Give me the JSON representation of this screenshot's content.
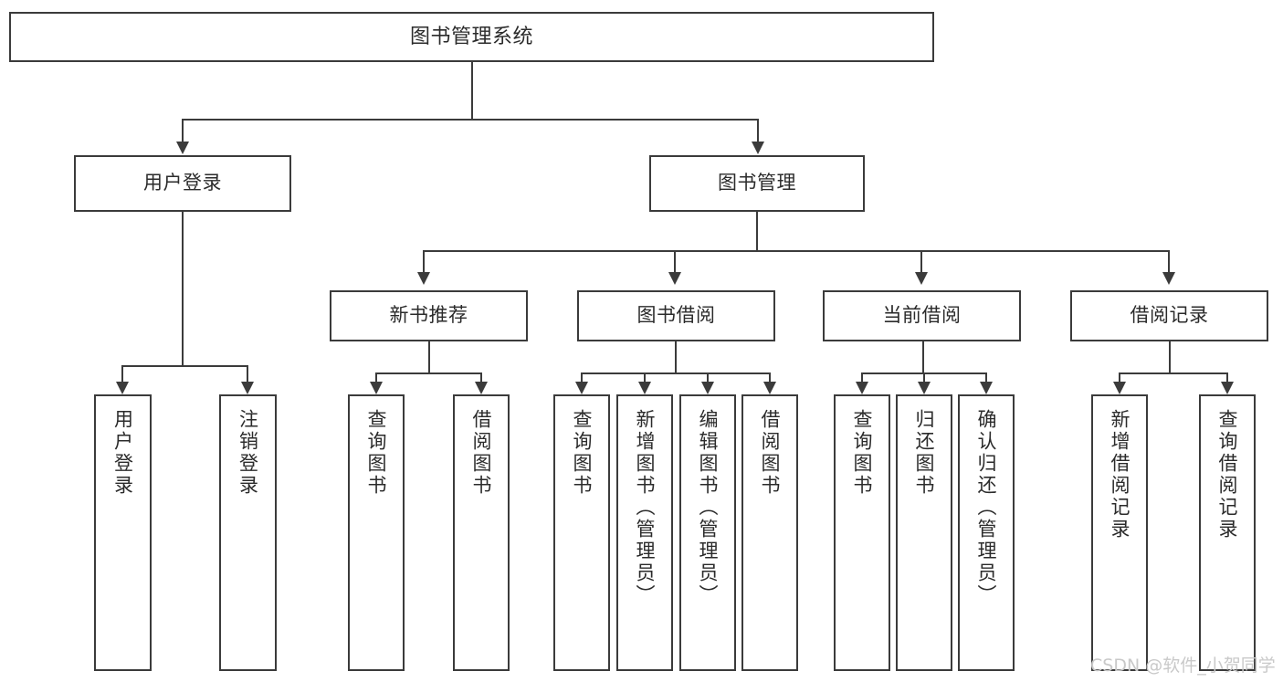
{
  "diagram": {
    "title": "图书管理系统",
    "type": "hierarchy-tree",
    "root": {
      "label": "图书管理系统"
    },
    "level1": [
      {
        "label": "用户登录"
      },
      {
        "label": "图书管理"
      }
    ],
    "level2": [
      {
        "label": "新书推荐"
      },
      {
        "label": "图书借阅"
      },
      {
        "label": "当前借阅"
      },
      {
        "label": "借阅记录"
      }
    ],
    "leaves": {
      "user_login": [
        {
          "label": "用户登录"
        },
        {
          "label": "注销登录"
        }
      ],
      "new_book_recommend": [
        {
          "label": "查询图书"
        },
        {
          "label": "借阅图书"
        }
      ],
      "book_borrow": [
        {
          "label": "查询图书"
        },
        {
          "label": "新增图书（管理员）"
        },
        {
          "label": "编辑图书（管理员）"
        },
        {
          "label": "借阅图书"
        }
      ],
      "current_borrow": [
        {
          "label": "查询图书"
        },
        {
          "label": "归还图书"
        },
        {
          "label": "确认归还（管理员）"
        }
      ],
      "borrow_record": [
        {
          "label": "新增借阅记录"
        },
        {
          "label": "查询借阅记录"
        }
      ]
    }
  },
  "watermark": {
    "text": "CSDN @软件_小贺同学"
  },
  "colors": {
    "stroke": "#3b3b3b",
    "text": "#2b2b2b",
    "background": "#ffffff",
    "watermark": "#c9c9c9"
  }
}
